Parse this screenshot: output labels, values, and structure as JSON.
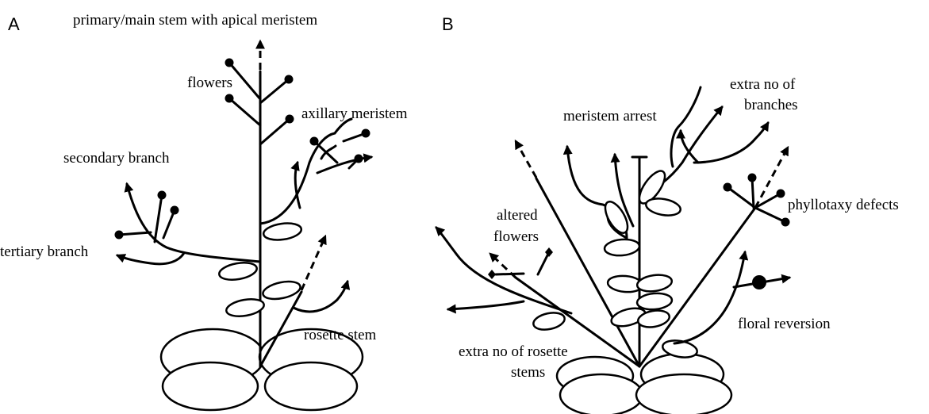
{
  "panels": {
    "a": {
      "letter": "A",
      "labels": {
        "main_stem": "primary/main stem with apical meristem",
        "flowers": "flowers",
        "axillary_meristem": "axillary meristem",
        "secondary_branch": "secondary branch",
        "tertiary_branch": "tertiary branch",
        "rosette_stem": "rosette stem"
      }
    },
    "b": {
      "letter": "B",
      "labels": {
        "meristem_arrest": "meristem arrest",
        "extra_branches_line1": "extra no of",
        "extra_branches_line2": "branches",
        "altered_flowers_line1": "altered",
        "altered_flowers_line2": "flowers",
        "phyllotaxy_defects": "phyllotaxy defects",
        "floral_reversion": "floral reversion",
        "extra_rosette_line1": "extra no of rosette",
        "extra_rosette_line2": "stems"
      }
    }
  },
  "colors": {
    "ink": "#000000",
    "background": "#ffffff"
  }
}
